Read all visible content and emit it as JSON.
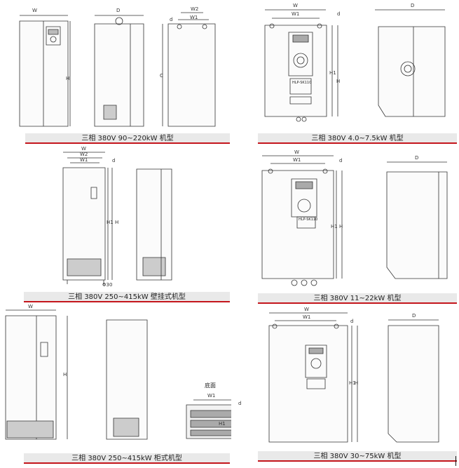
{
  "captions": {
    "p1": "三相 380V 90~220kW 机型",
    "p2": "三相 380V 4.0~7.5kW 机型",
    "p3": "三相 380V 250~415kW 壁挂式机型",
    "p4": "三相 380V 11~22kW 机型",
    "p5": "三相 380V 250~415kW 柜式机型",
    "p6": "三相 380V 30~75kW 机型"
  },
  "dims": {
    "W": "W",
    "W1": "W1",
    "W2": "W2",
    "D": "D",
    "H": "H",
    "H1": "H1",
    "d": "d",
    "C": "C",
    "phi30": "Φ30"
  },
  "labels": {
    "bottom_view": "底面",
    "model_plate": "HLP-SK110"
  },
  "colors": {
    "caption_rule": "#c4161c",
    "caption_bg": "#e9e9e9",
    "line": "#333333"
  }
}
